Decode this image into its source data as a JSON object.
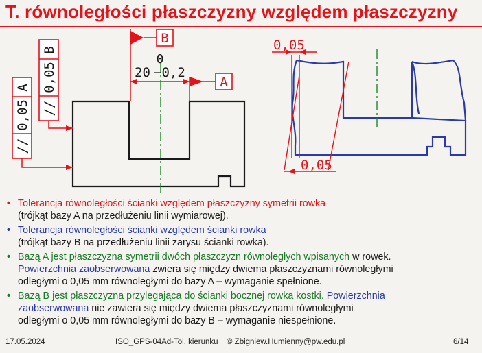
{
  "title": "T. równoległości płaszczyzny względem płaszczyzny",
  "figure_left": {
    "fcf_a": {
      "symbol": "//",
      "value": "0,05",
      "datum": "A"
    },
    "fcf_b": {
      "symbol": "//",
      "value": "0,05",
      "datum": "B"
    },
    "datum_b": "B",
    "datum_a": "A",
    "dim_nominal": "20",
    "dim_upper": "0",
    "dim_lower": "−0,2"
  },
  "figure_right": {
    "zone_top": "0,05",
    "zone_bottom": "0,05"
  },
  "bullets": [
    {
      "color": "#e3131b",
      "lead": "Tolerancja równoległości ścianki względem płaszczyzny symetrii rowka",
      "rest": "(trójkąt bazy A na przedłużeniu linii wymiarowej)."
    },
    {
      "color": "#2a3aa8",
      "lead": "Tolerancja równoległości ścianki względem ścianki rowka",
      "rest": "(trójkąt bazy B na przedłużeniu linii zarysu ścianki rowka)."
    },
    {
      "color": "#1a7a2a",
      "g1": "Bazą A jest płaszczyzna symetrii dwóch płaszczyzn równoległych wpisanych",
      "g2": " w rowek.",
      "b1": "Powierzchnia zaobserwowana",
      "k1": " zwiera się między dwiema płaszczyznami równoległymi",
      "k2": "odległymi o 0,05 mm równoległymi do bazy A – wymaganie spełnione."
    },
    {
      "color": "#1a7a2a",
      "g1": "Bazą B jest płaszczyzna przylegająca do ścianki bocznej rowka kostki.",
      "b1": " Powierzchnia",
      "b2": "zaobserwowana",
      "k1": " nie zawiera się między dwiema płaszczyznami równoległymi",
      "k2": "odległymi o 0,05 mm równoległymi do bazy B – wymaganie niespełnione."
    }
  ],
  "footer": {
    "date": "17.05.2024",
    "course": "ISO_GPS-04Ad-Tol. kierunku",
    "author": "© Zbigniew.Humienny@pw.edu.pl",
    "page": "6/14"
  }
}
